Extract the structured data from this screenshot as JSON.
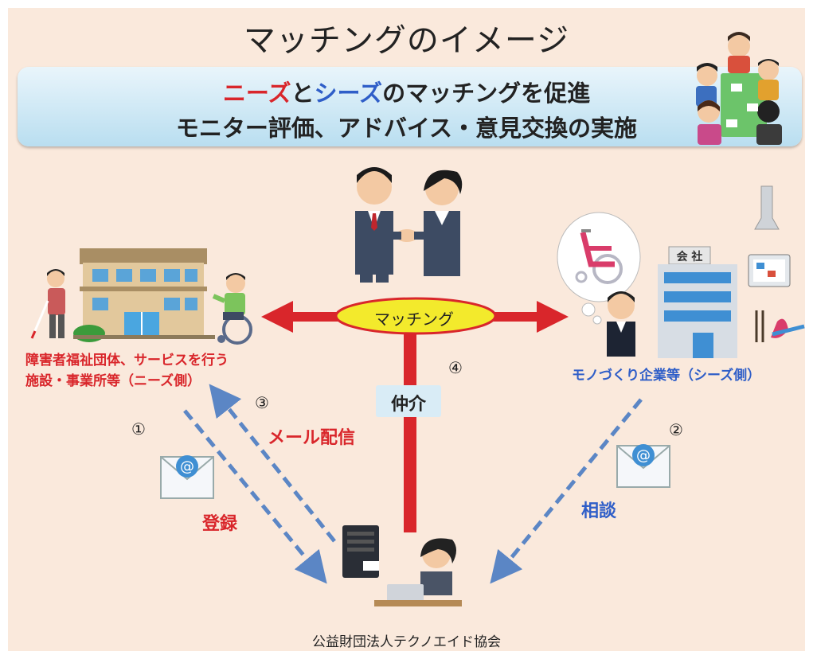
{
  "title": "マッチングのイメージ",
  "banner": {
    "line1_needs": "ニーズ",
    "line1_to": "と",
    "line1_seeds": "シーズ",
    "line1_rest": "のマッチングを促進",
    "line2": "モニター評価、アドバイス・意見交換の実施"
  },
  "needs_side": {
    "line1": "障害者福祉団体、サービスを行う",
    "line2": "施設・事業所等（ニーズ側）"
  },
  "seeds_side": {
    "label": "モノづくり企業等（シーズ側）"
  },
  "company_sign": "会 社",
  "center": {
    "matching": "マッチング",
    "mediation": "仲介"
  },
  "steps": {
    "n1": "①",
    "n2": "②",
    "n3": "③",
    "n4": "④",
    "mail": "メール配信",
    "register": "登録",
    "consult": "相談"
  },
  "footer": "公益財団法人テクノエイド協会",
  "colors": {
    "red": "#d9262b",
    "blue": "#2f5ec8",
    "dash": "#5b86c5",
    "bg": "#fae9dc",
    "ellipse": "#f3ea2c"
  },
  "icons": [
    "envelope-at-icon",
    "server-icon",
    "building-icon",
    "company-icon",
    "wheelchair-icon",
    "handshake-icon",
    "operator-icon",
    "meeting-icon"
  ]
}
